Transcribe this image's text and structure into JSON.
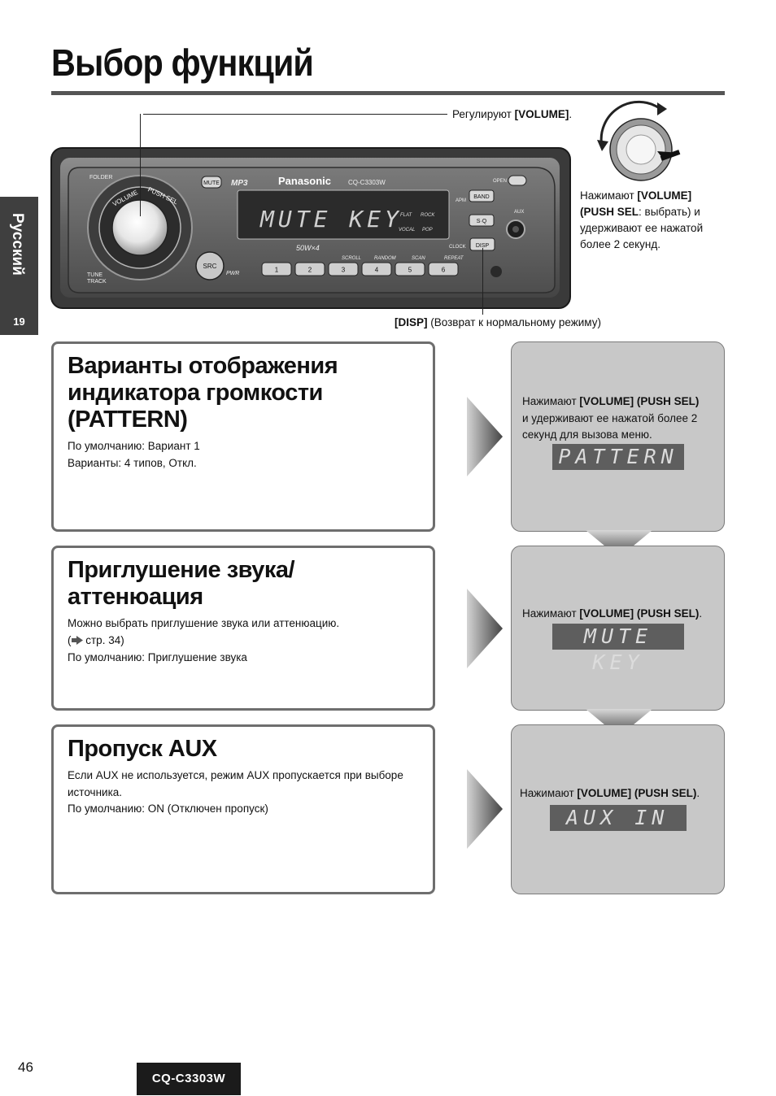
{
  "page_title": "Выбор функций",
  "side_tab": {
    "language": "Русский",
    "section_number": "19"
  },
  "device": {
    "brand": "Panasonic",
    "model_label": "CQ-C3303W",
    "mp3_logo": "MP3",
    "display_text": "MUTE KEY",
    "power_label": "50W×4",
    "labels": {
      "folder": "FOLDER",
      "volume": "VOLUME",
      "push_sel": "PUSH SEL",
      "tune": "TUNE",
      "track": "TRACK",
      "mute": "MUTE",
      "src": "SRC",
      "pwr": "PWR",
      "open": "OPEN",
      "apm": "APM",
      "band": "BAND",
      "sq": "S·Q",
      "aux": "AUX",
      "clock": "CLOCK",
      "disp": "DISP",
      "flat": "FLAT",
      "rock": "ROCK",
      "vocal": "VOCAL",
      "pop": "POP",
      "scroll": "SCROLL",
      "random": "RANDOM",
      "scan": "SCAN",
      "repeat": "REPEAT"
    },
    "presets": [
      "1",
      "2",
      "3",
      "4",
      "5",
      "6"
    ]
  },
  "callouts": {
    "volume_pre": "Регулируют ",
    "volume_bold": "[VOLUME]",
    "volume_post": ".",
    "press_line1_pre": "Нажимают ",
    "press_line1_bold": "[VOLUME]",
    "press_line2_bold": "(PUSH SEL",
    "press_line2_post": ": выбрать) и",
    "press_line3": "удерживают ее нажатой",
    "press_line4": "более 2 секунд.",
    "disp_bold": "[DISP]",
    "disp_post": " (Возврат к нормальному режиму)"
  },
  "sections": [
    {
      "title_line1": "Варианты отображения",
      "title_line2": "индикатора громкости (PATTERN)",
      "desc_line1": "По умолчанию: Вариант 1",
      "desc_line2": "Варианты: 4 типов, Откл.",
      "instr_pre": "Нажимают ",
      "instr_bold": "[VOLUME] (PUSH SEL)",
      "instr_line2": "и удерживают ее нажатой более 2",
      "instr_line3": "секунд для вызова меню.",
      "lcd": "PATTERN"
    },
    {
      "title_line1": "Приглушение звука/аттенюация",
      "desc_line1": "Можно выбрать приглушение звука или аттенюацию.",
      "desc_line2_pre": "(",
      "desc_line2_post": " стр. 34)",
      "desc_line3": "По умолчанию: Приглушение звука",
      "instr_pre": "Нажимают ",
      "instr_bold": "[VOLUME] (PUSH SEL)",
      "instr_post": ".",
      "lcd": "MUTE KEY"
    },
    {
      "title_line1": "Пропуск AUX",
      "desc_line1": "Если AUX не используется, режим AUX пропускается при выборе",
      "desc_line2": "источника.",
      "desc_line3": "По умолчанию: ON (Отключен пропуск)",
      "instr_pre": "Нажимают ",
      "instr_bold": "[VOLUME] (PUSH SEL)",
      "instr_post": ".",
      "lcd": "AUX IN"
    }
  ],
  "footer": {
    "page_number": "46",
    "model": "CQ-C3303W"
  }
}
